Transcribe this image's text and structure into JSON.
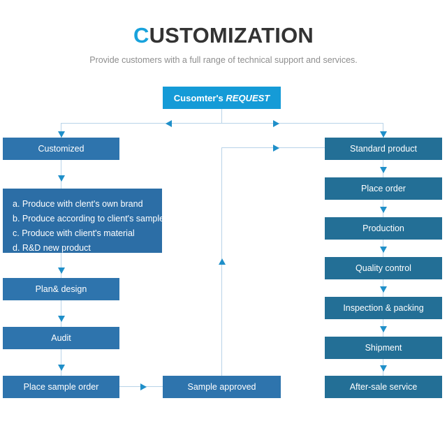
{
  "header": {
    "title_accent": "C",
    "title_rest": "USTOMIZATION",
    "subtitle": "Provide customers with a full range of technical support and services."
  },
  "colors": {
    "top_box": "#159BD7",
    "left_box": "#2E74AD",
    "list_box": "#2C6EA6",
    "right_box": "#236F96",
    "connector_line": "#B8D3E8",
    "arrow": "#1F8FC9",
    "title_accent": "#18A2DC",
    "title_text": "#333333",
    "subtitle_text": "#8E8E8E",
    "background": "#FFFFFF"
  },
  "nodes": {
    "root": {
      "label_bold": "Cusomter's",
      "label_italic": "REQUEST"
    },
    "left_branch": {
      "header": "Customized",
      "options": [
        "a. Produce with clent's own brand",
        "b. Produce according to client's sample",
        "c. Produce with client's material",
        "d. R&D new product"
      ],
      "steps": [
        "Plan& design",
        "Audit",
        "Place sample order"
      ]
    },
    "middle": {
      "label": "Sample approved"
    },
    "right_branch": {
      "steps": [
        "Standard product",
        "Place order",
        "Production",
        "Quality control",
        "Inspection & packing",
        "Shipment",
        "After-sale service"
      ]
    }
  },
  "chart_data": {
    "type": "diagram",
    "diagram_kind": "flowchart",
    "title": "CUSTOMIZATION",
    "nodes": [
      {
        "id": "request",
        "label": "Cusomter's REQUEST",
        "column": "center",
        "style": "bright-blue"
      },
      {
        "id": "customized",
        "label": "Customized",
        "column": "left",
        "style": "blue"
      },
      {
        "id": "options",
        "label": "a. Produce with clent's own brand; b. Produce according to client's sample; c. Produce with client's material; d. R&D new product",
        "column": "left",
        "style": "blue-list"
      },
      {
        "id": "plan-design",
        "label": "Plan& design",
        "column": "left",
        "style": "blue"
      },
      {
        "id": "audit",
        "label": "Audit",
        "column": "left",
        "style": "blue"
      },
      {
        "id": "place-sample-order",
        "label": "Place sample order",
        "column": "left",
        "style": "blue"
      },
      {
        "id": "sample-approved",
        "label": "Sample approved",
        "column": "center",
        "style": "blue"
      },
      {
        "id": "standard-product",
        "label": "Standard product",
        "column": "right",
        "style": "teal"
      },
      {
        "id": "place-order",
        "label": "Place order",
        "column": "right",
        "style": "teal"
      },
      {
        "id": "production",
        "label": "Production",
        "column": "right",
        "style": "teal"
      },
      {
        "id": "quality-control",
        "label": "Quality control",
        "column": "right",
        "style": "teal"
      },
      {
        "id": "inspection-packing",
        "label": "Inspection & packing",
        "column": "right",
        "style": "teal"
      },
      {
        "id": "shipment",
        "label": "Shipment",
        "column": "right",
        "style": "teal"
      },
      {
        "id": "after-sale-service",
        "label": "After-sale service",
        "column": "right",
        "style": "teal"
      }
    ],
    "edges": [
      {
        "from": "request",
        "to": "customized",
        "type": "elbow",
        "arrow": "down"
      },
      {
        "from": "request",
        "to": "standard-product",
        "type": "elbow",
        "arrow": "down"
      },
      {
        "from": "customized",
        "to": "options",
        "arrow": "down"
      },
      {
        "from": "options",
        "to": "plan-design",
        "arrow": "down"
      },
      {
        "from": "plan-design",
        "to": "audit",
        "arrow": "down"
      },
      {
        "from": "audit",
        "to": "place-sample-order",
        "arrow": "down"
      },
      {
        "from": "place-sample-order",
        "to": "sample-approved",
        "arrow": "right"
      },
      {
        "from": "sample-approved",
        "to": "standard-product",
        "type": "elbow",
        "arrow": "up-right"
      },
      {
        "from": "standard-product",
        "to": "place-order",
        "arrow": "down"
      },
      {
        "from": "place-order",
        "to": "production",
        "arrow": "down"
      },
      {
        "from": "production",
        "to": "quality-control",
        "arrow": "down"
      },
      {
        "from": "quality-control",
        "to": "inspection-packing",
        "arrow": "down"
      },
      {
        "from": "inspection-packing",
        "to": "shipment",
        "arrow": "down"
      },
      {
        "from": "shipment",
        "to": "after-sale-service",
        "arrow": "down"
      }
    ]
  }
}
